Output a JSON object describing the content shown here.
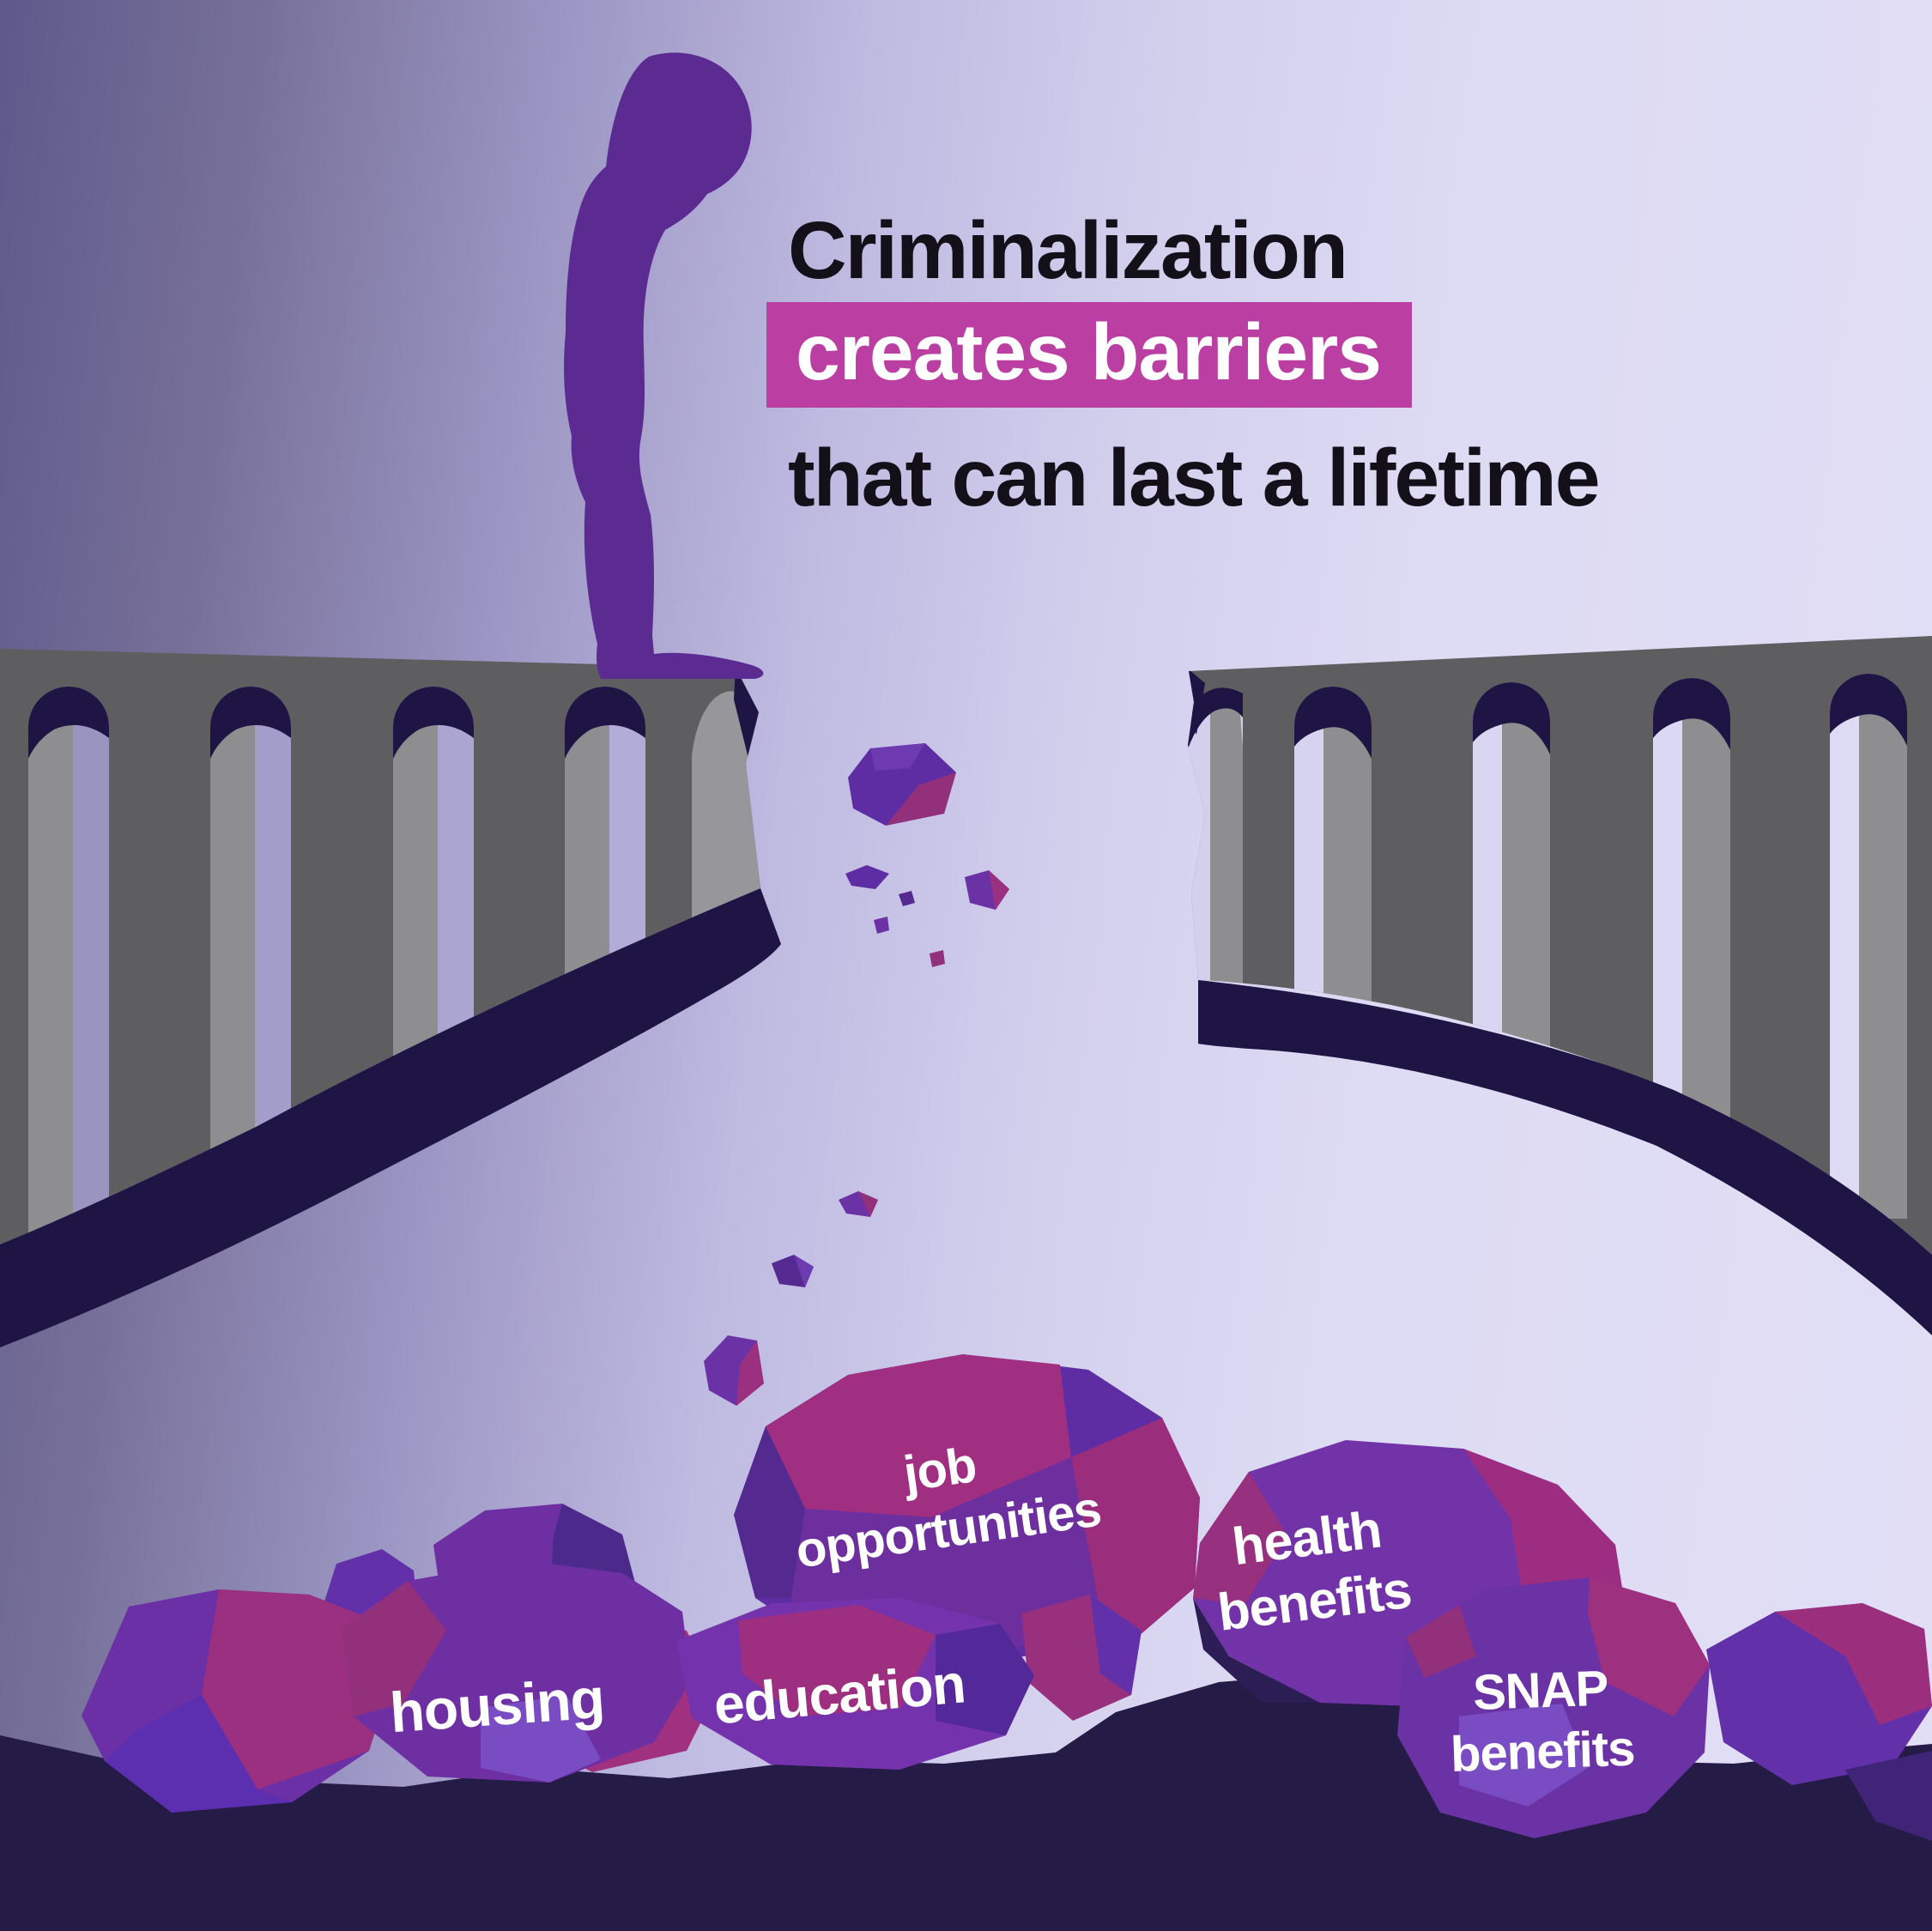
{
  "title": {
    "line1": "Criminalization",
    "line2_highlight": "creates barriers",
    "line3": "that can last a lifetime"
  },
  "barriers": [
    {
      "id": "job-opportunities",
      "line1": "job",
      "line2": "opportunities"
    },
    {
      "id": "health-benefits",
      "line1": "health",
      "line2": "benefits"
    },
    {
      "id": "housing",
      "line1": "housing"
    },
    {
      "id": "education",
      "line1": "education"
    },
    {
      "id": "snap-benefits",
      "line1": "SNAP",
      "line2": "benefits"
    }
  ],
  "colors": {
    "background_left": "#5e598a",
    "background_right": "#e1def6",
    "title_text": "#14101a",
    "highlight_box": "#bb3ea3",
    "highlight_text": "#ffffff",
    "figure_purple": "#5b2b92",
    "bridge_gray": "#5e5d60",
    "bridge_gray_light": "#8e8d90",
    "bridge_shadow_navy": "#1e1545",
    "ground_navy": "#241b46",
    "rock_purple": "#6b32a6",
    "rock_purple_dark": "#542a90",
    "rock_magenta": "#a03080",
    "rock_light_violet": "#7a4cc4",
    "label_text": "#ffffff"
  }
}
